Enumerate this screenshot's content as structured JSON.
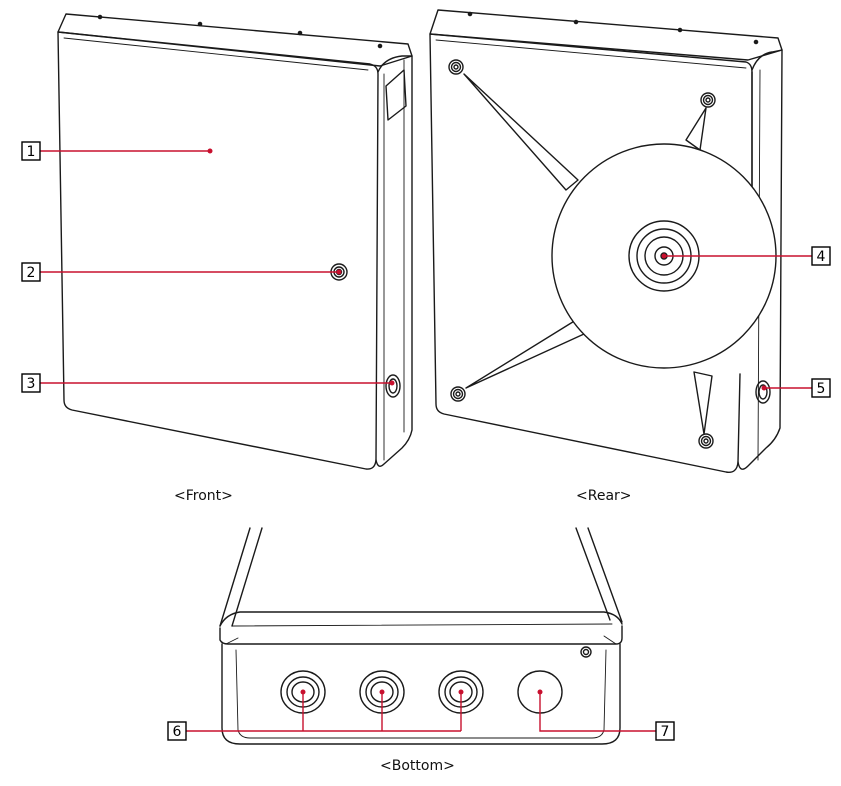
{
  "captions": {
    "front": "<Front>",
    "rear": "<Rear>",
    "bottom": "<Bottom>"
  },
  "callouts": [
    {
      "id": "1",
      "label": "1"
    },
    {
      "id": "2",
      "label": "2"
    },
    {
      "id": "3",
      "label": "3"
    },
    {
      "id": "4",
      "label": "4"
    },
    {
      "id": "5",
      "label": "5"
    },
    {
      "id": "6",
      "label": "6"
    },
    {
      "id": "7",
      "label": "7"
    }
  ],
  "colors": {
    "leader": "#c8102e",
    "outline": "#1a1a1a",
    "label_box": "#000000"
  }
}
